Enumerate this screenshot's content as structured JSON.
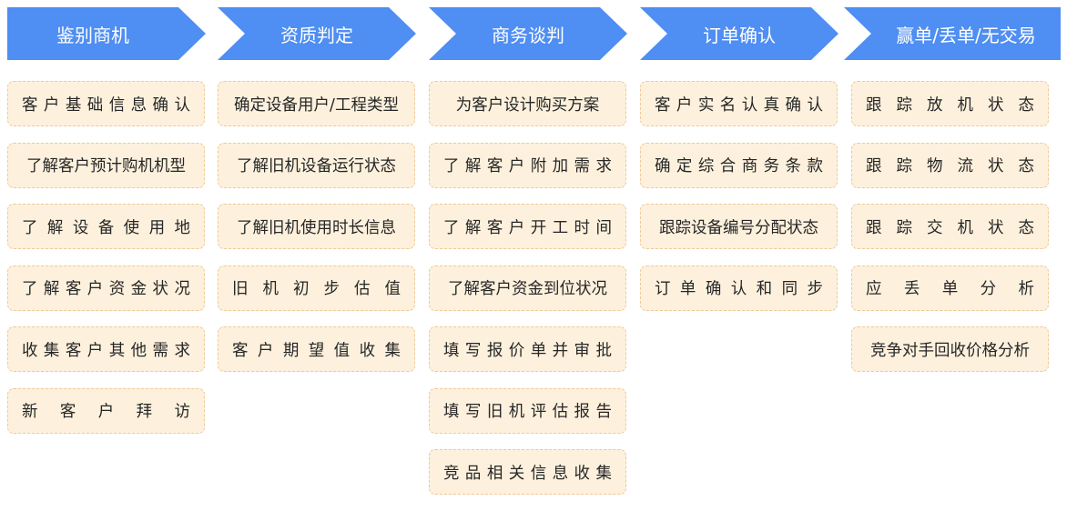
{
  "stages": [
    {
      "title": "鉴别商机",
      "steps": [
        "客户基础信息确认",
        "了解客户预计购机机型",
        "了解设备使用地",
        "了解客户资金状况",
        "收集客户其他需求",
        "新客户拜访"
      ]
    },
    {
      "title": "资质判定",
      "steps": [
        "确定设备用户/工程类型",
        "了解旧机设备运行状态",
        "了解旧机使用时长信息",
        "旧机初步估值",
        "客户期望值收集"
      ]
    },
    {
      "title": "商务谈判",
      "steps": [
        "为客户设计购买方案",
        "了解客户附加需求",
        "了解客户开工时间",
        "了解客户资金到位状况",
        "填写报价单并审批",
        "填写旧机评估报告",
        "竞品相关信息收集"
      ]
    },
    {
      "title": "订单确认",
      "steps": [
        "客户实名认真确认",
        "确定综合商务条款",
        "跟踪设备编号分配状态",
        "订单确认和同步"
      ]
    },
    {
      "title": "赢单/丢单/无交易",
      "steps": [
        "跟踪放机状态",
        "跟踪物流状态",
        "跟踪交机状态",
        "应丢单分析",
        "竞争对手回收价格分析"
      ]
    }
  ]
}
